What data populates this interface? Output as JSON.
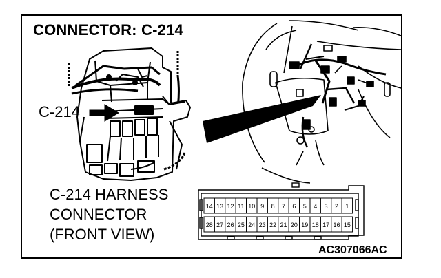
{
  "title": "CONNECTOR: C-214",
  "callout_label": "C-214",
  "harness_label": {
    "line1": "C-214 HARNESS",
    "line2": "CONNECTOR",
    "line3": "(FRONT VIEW)"
  },
  "figure_code": "AC307066AC",
  "connector": {
    "top_row": [
      "14",
      "13",
      "12",
      "11",
      "10",
      "9",
      "8",
      "7",
      "6",
      "5",
      "4",
      "3",
      "2",
      "1"
    ],
    "bottom_row": [
      "28",
      "27",
      "26",
      "25",
      "24",
      "23",
      "22",
      "21",
      "20",
      "19",
      "18",
      "17",
      "16",
      "15"
    ]
  }
}
